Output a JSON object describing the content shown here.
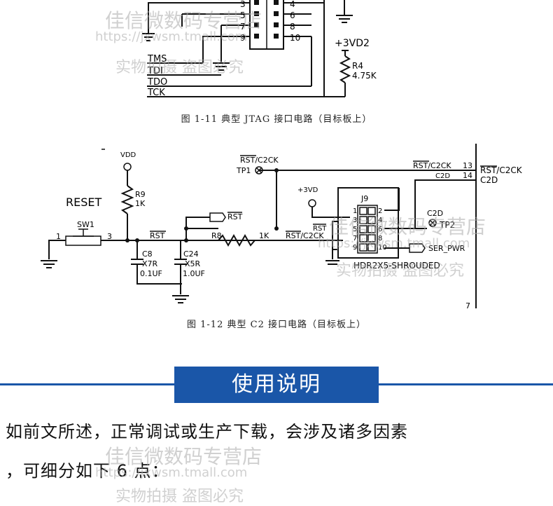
{
  "top_circuit": {
    "pins": [
      "3",
      "4",
      "5",
      "6",
      "7",
      "8",
      "9",
      "10"
    ],
    "signals": [
      "TMS",
      "TDI",
      "TDO",
      "TCK"
    ],
    "supply": "+3VD2",
    "resistor_ref": "R4",
    "resistor_val": "4.75K"
  },
  "caption1": "图 1-11  典型 JTAG 接口电路（目标板上）",
  "bottom_circuit": {
    "vdd": "VDD",
    "r9_ref": "R9",
    "r9_val": "1K",
    "reset": "RESET",
    "sw1": "SW1",
    "sw_pin1": "1",
    "sw_pin3": "3",
    "c8_ref": "C8",
    "c8_type": "X7R",
    "c8_val": "0.1UF",
    "c24_ref": "C24",
    "c24_type": "X5R",
    "c24_val": "1.0UF",
    "rst": "RST",
    "r8_ref": "R8",
    "r8_val": "1K",
    "rst_c2ck": "RST/C2CK",
    "tp1": "TP1",
    "vdd3": "+3VD",
    "j9": "J9",
    "j9_pins": [
      "1",
      "2",
      "3",
      "4",
      "5",
      "6",
      "7",
      "8",
      "9",
      "10"
    ],
    "c2d": "C2D",
    "tp2": "TP2",
    "ser_pwr": "SER_PWR",
    "header": "HDR2X5-SHROUDED",
    "p13": "13",
    "p14": "14",
    "right_rst": "RST/C2CK",
    "right_c2d": "C2D",
    "p7": "7"
  },
  "caption2": "图 1-12  典型 C2 接口电路（目标板上）",
  "section_title": "使用说明",
  "paragraph_line1": "如前文所述，正常调试或生产下载，会涉及诸多因素",
  "paragraph_line2": "，可细分如下 6 点：",
  "watermark": {
    "name": "佳信微数码专营店",
    "url": "https://jxwsm.tmall.com",
    "notice": "实物拍摄 盗图必究"
  }
}
